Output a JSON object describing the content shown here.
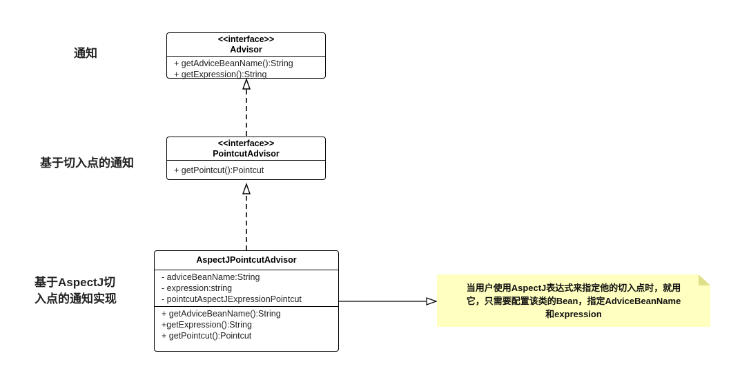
{
  "labels": {
    "advisor": "通知",
    "pointcut_advisor": "基于切入点的通知",
    "aspectj_advisor_line1": "基于AspectJ切",
    "aspectj_advisor_line2": "入点的通知实现"
  },
  "classes": {
    "advisor": {
      "stereotype": "<<interface>>",
      "name": "Advisor",
      "methods": [
        "+ getAdviceBeanName():String",
        "+ getExpression():String"
      ]
    },
    "pointcut_advisor": {
      "stereotype": "<<interface>>",
      "name": "PointcutAdvisor",
      "methods": [
        "+ getPointcut():Pointcut"
      ]
    },
    "aspectj_advisor": {
      "name": "AspectJPointcutAdvisor",
      "fields": [
        "- adviceBeanName:String",
        "- expression:string",
        "- pointcutAspectJExpressionPointcut"
      ],
      "methods": [
        "+ getAdviceBeanName():String",
        "+getExpression():String",
        "+ getPointcut():Pointcut"
      ]
    }
  },
  "note": {
    "line1": "当用户使用AspectJ表达式来指定他的切入点时，就用",
    "line2": "它，只需要配置该类的Bean，指定AdviceBeanName",
    "line3": "和expression"
  },
  "colors": {
    "note_fill": "#ffffc0",
    "note_fold": "#e0e08a",
    "stroke": "#000000"
  }
}
